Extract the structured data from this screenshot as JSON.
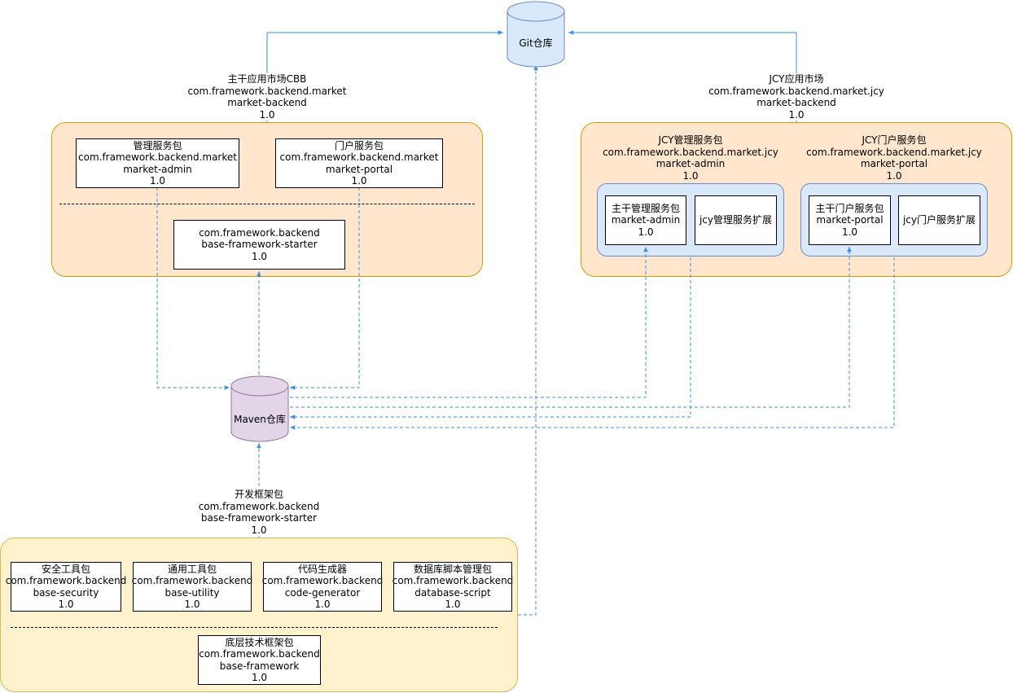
{
  "git": {
    "label": "Git仓库"
  },
  "maven": {
    "label": "Maven仓库"
  },
  "main_market": {
    "title": [
      "主干应用市场CBB",
      "com.framework.backend.market",
      "market-backend",
      "1.0"
    ],
    "admin": [
      "管理服务包",
      "com.framework.backend.market",
      "market-admin",
      "1.0"
    ],
    "portal": [
      "门户服务包",
      "com.framework.backend.market",
      "market-portal",
      "1.0"
    ],
    "starter": [
      "com.framework.backend",
      "base-framework-starter",
      "1.0"
    ]
  },
  "jcy_market": {
    "title": [
      "JCY应用市场",
      "com.framework.backend.market.jcy",
      "market-backend",
      "1.0"
    ],
    "admin_group": [
      "JCY管理服务包",
      "com.framework.backend.market.jcy",
      "market-admin",
      "1.0"
    ],
    "portal_group": [
      "JCY门户服务包",
      "com.framework.backend.market.jcy",
      "market-portal",
      "1.0"
    ],
    "main_admin": [
      "主干管理服务包",
      "market-admin",
      "1.0"
    ],
    "jcy_admin_ext": [
      "jcy管理服务扩展"
    ],
    "main_portal": [
      "主干门户服务包",
      "market-portal",
      "1.0"
    ],
    "jcy_portal_ext": [
      "jcy门户服务扩展"
    ]
  },
  "framework": {
    "title": [
      "开发框架包",
      "com.framework.backend",
      "base-framework-starter",
      "1.0"
    ],
    "security": [
      "安全工具包",
      "com.framework.backend",
      "base-security",
      "1.0"
    ],
    "utility": [
      "通用工具包",
      "com.framework.backend",
      "base-utility",
      "1.0"
    ],
    "codegen": [
      "代码生成器",
      "com.framework.backend",
      "code-generator",
      "1.0"
    ],
    "dbscript": [
      "数据库脚本管理包",
      "com.framework.backend",
      "database-script",
      "1.0"
    ],
    "base": [
      "底层技术框架包",
      "com.framework.backend",
      "base-framework",
      "1.0"
    ]
  },
  "colors": {
    "edge": "#3d8ee6",
    "orange_fill": "#ffe6cc",
    "orange_stroke": "#d79b00",
    "yellow_fill": "#fff2cc",
    "yellow_stroke": "#d6b656",
    "blue_fill": "#dae8fc",
    "blue_stroke": "#6c8ebf",
    "git_fill": "#dae8fc",
    "maven_fill": "#e1d5e7",
    "maven_stroke": "#9673a6"
  }
}
